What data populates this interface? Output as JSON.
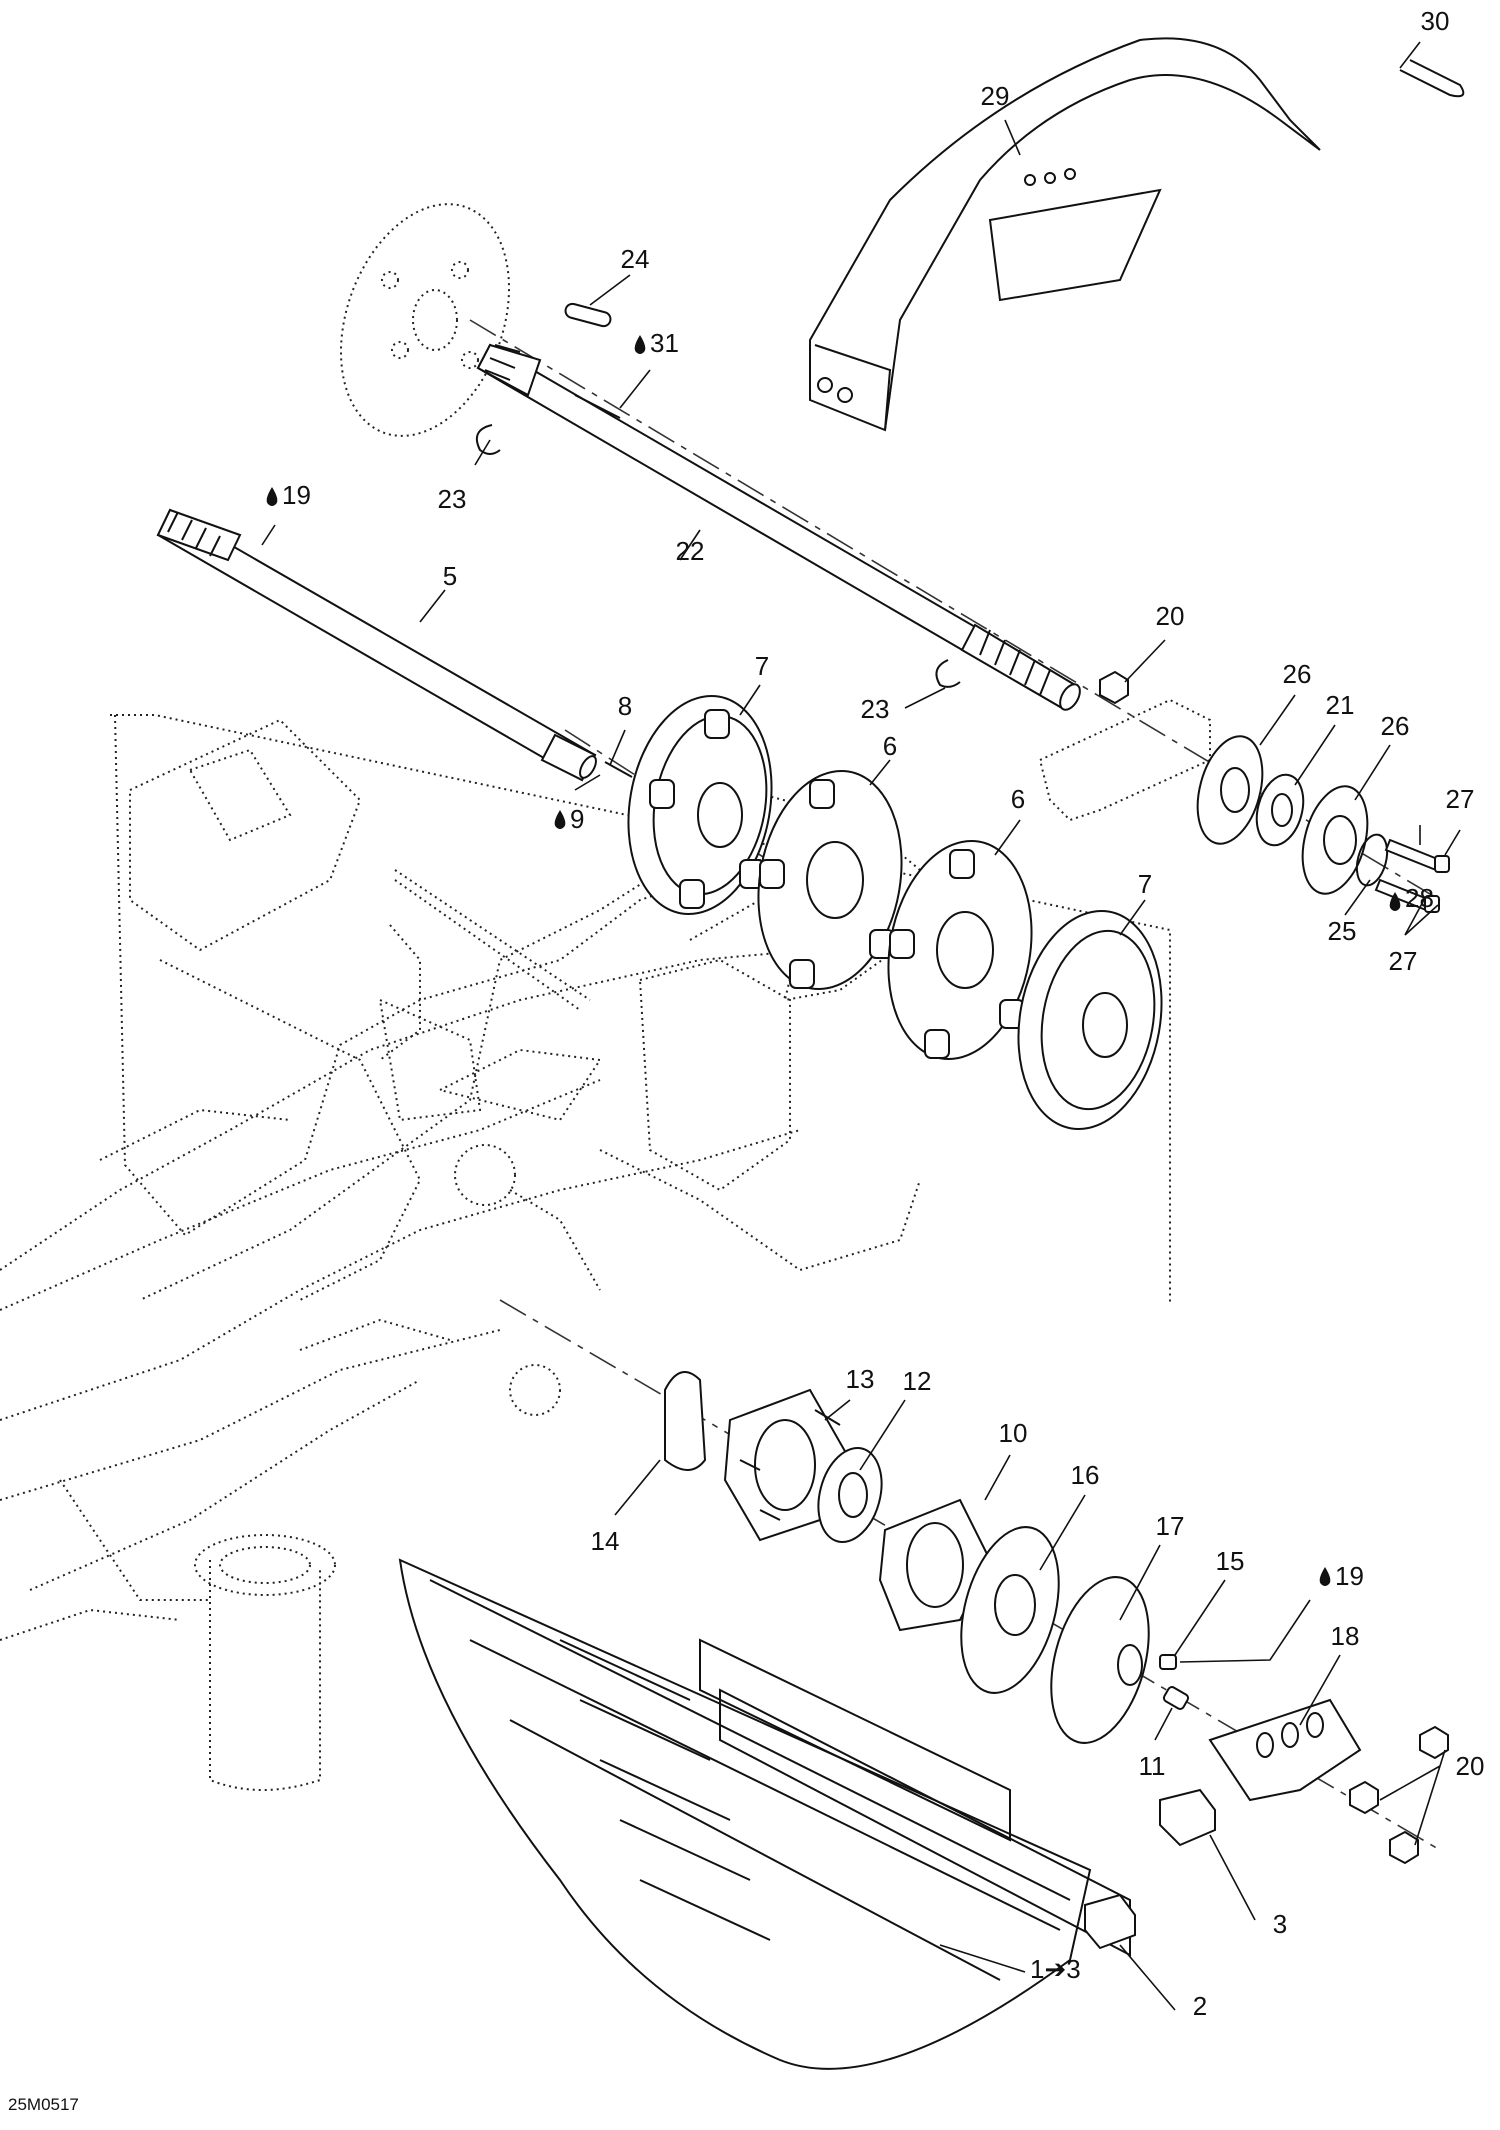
{
  "diagram": {
    "reference_code": "25M0517",
    "callouts": [
      {
        "id": "c30",
        "label": "30"
      },
      {
        "id": "c29",
        "label": "29"
      },
      {
        "id": "c24",
        "label": "24"
      },
      {
        "id": "c31",
        "label": "31",
        "lubricant_mark": true
      },
      {
        "id": "c23a",
        "label": "23"
      },
      {
        "id": "c22",
        "label": "22"
      },
      {
        "id": "c19a",
        "label": "19",
        "lubricant_mark": true
      },
      {
        "id": "c5",
        "label": "5"
      },
      {
        "id": "c20a",
        "label": "20"
      },
      {
        "id": "c7a",
        "label": "7"
      },
      {
        "id": "c26a",
        "label": "26"
      },
      {
        "id": "c21",
        "label": "21"
      },
      {
        "id": "c26b",
        "label": "26"
      },
      {
        "id": "c8",
        "label": "8"
      },
      {
        "id": "c23b",
        "label": "23"
      },
      {
        "id": "c6a",
        "label": "6"
      },
      {
        "id": "c28",
        "label": "28",
        "lubricant_mark": true
      },
      {
        "id": "c27a",
        "label": "27"
      },
      {
        "id": "c9",
        "label": "9",
        "lubricant_mark": true
      },
      {
        "id": "c6b",
        "label": "6"
      },
      {
        "id": "c25",
        "label": "25"
      },
      {
        "id": "c7b",
        "label": "7"
      },
      {
        "id": "c27b",
        "label": "27"
      },
      {
        "id": "c13",
        "label": "13"
      },
      {
        "id": "c12",
        "label": "12"
      },
      {
        "id": "c10",
        "label": "10"
      },
      {
        "id": "c16",
        "label": "16"
      },
      {
        "id": "c14",
        "label": "14"
      },
      {
        "id": "c17",
        "label": "17"
      },
      {
        "id": "c15",
        "label": "15"
      },
      {
        "id": "c19b",
        "label": "19",
        "lubricant_mark": true
      },
      {
        "id": "c18",
        "label": "18"
      },
      {
        "id": "c11",
        "label": "11"
      },
      {
        "id": "c20b",
        "label": "20"
      },
      {
        "id": "c3",
        "label": "3"
      },
      {
        "id": "c1to3",
        "label": "1➔3"
      },
      {
        "id": "c2",
        "label": "2"
      }
    ]
  }
}
